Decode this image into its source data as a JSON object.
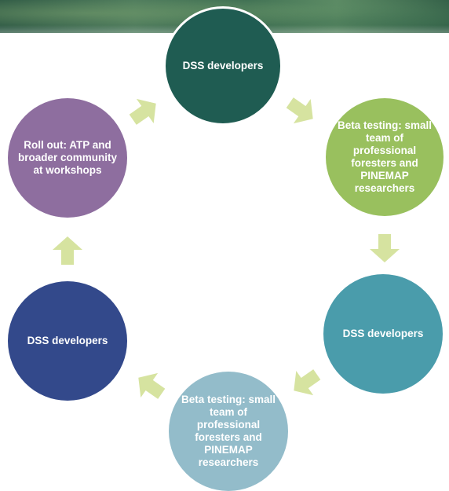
{
  "colors": {
    "node_1": "#1f5c52",
    "node_2": "#99c05e",
    "node_3": "#4a9cab",
    "node_4": "#93bcca",
    "node_5": "#33498b",
    "node_6": "#8e6e9f",
    "arrow": "#d6e3a0"
  },
  "cycle": {
    "nodes": [
      {
        "label": "DSS developers"
      },
      {
        "label": "Beta testing: small team of professional foresters and PINEMAP researchers"
      },
      {
        "label": "DSS developers"
      },
      {
        "label": "Beta testing: small team of professional foresters and PINEMAP researchers"
      },
      {
        "label": "DSS developers"
      },
      {
        "label": "Roll out: ATP and broader community at workshops"
      }
    ],
    "arrow_icon": "block-arrow-icon"
  }
}
